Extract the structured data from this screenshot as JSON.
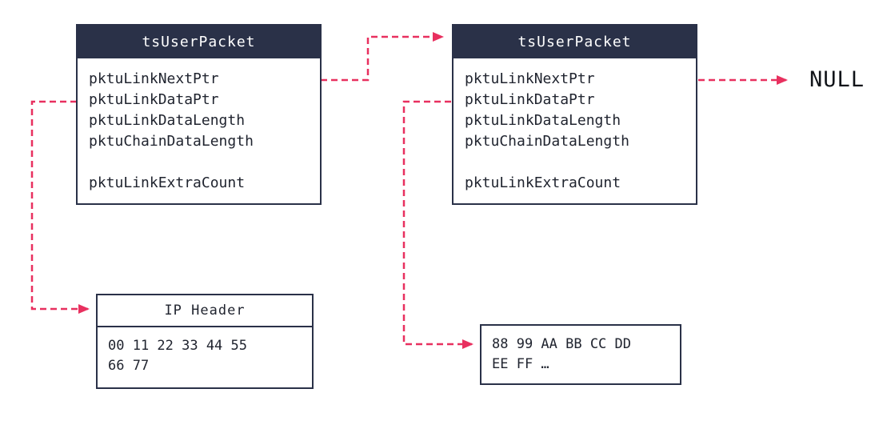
{
  "colors": {
    "header_bg": "#2a3148",
    "border": "#2a3148",
    "arrow": "#e8305f",
    "text": "#20242f"
  },
  "packets": [
    {
      "title": "tsUserPacket",
      "fields": [
        "pktuLinkNextPtr",
        "pktuLinkDataPtr",
        "pktuLinkDataLength",
        "pktuChainDataLength",
        "",
        "pktuLinkExtraCount"
      ]
    },
    {
      "title": "tsUserPacket",
      "fields": [
        "pktuLinkNextPtr",
        "pktuLinkDataPtr",
        "pktuLinkDataLength",
        "pktuChainDataLength",
        "",
        "pktuLinkExtraCount"
      ]
    }
  ],
  "ip_box": {
    "title": "IP Header",
    "lines": [
      "00 11 22 33 44 55",
      "66 77"
    ]
  },
  "data_box": {
    "lines": [
      "88 99 AA BB CC DD",
      "EE FF …"
    ]
  },
  "labels": {
    "null": "NULL"
  }
}
